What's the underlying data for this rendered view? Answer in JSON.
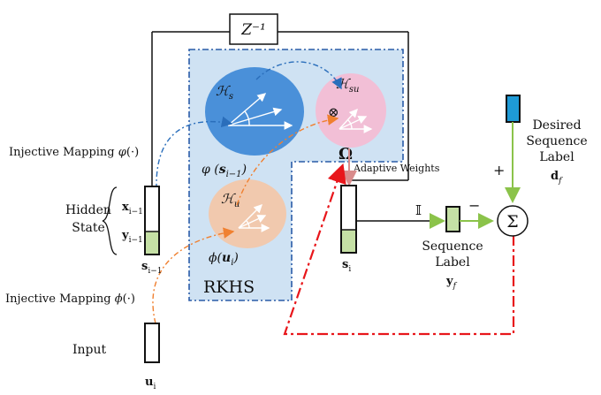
{
  "colors": {
    "rkhs_fill": "#cfe2f3",
    "rkhs_border": "#2a5ca8",
    "hs_circle": "#4a90d9",
    "hsu_circle": "#f2bfd6",
    "hu_circle": "#f1c9ae",
    "hidden_state_fill": "#c5e0a5",
    "label_fill": "#c5e0a5",
    "desired_fill": "#1e9ad6",
    "error_red": "#e8161b",
    "feedback_green": "#8bc34a",
    "map_blue": "#2a6ebb",
    "map_orange": "#f08030",
    "weights_arrow": "#d98c8c"
  },
  "delay": {
    "label": "Z⁻¹"
  },
  "rkhs": {
    "label": "RKHS"
  },
  "spaces": {
    "hs": "ℋs",
    "hsu": "ℋsu",
    "hu": "ℋu",
    "tensor": "⊗"
  },
  "maps": {
    "injective_state": "Injective Mapping φ(·)",
    "injective_input": "Injective Mapping ϕ(·)",
    "phi_state": "φ (si−1)",
    "phi_input": "ϕ(ui)"
  },
  "weights": {
    "symbol": "Ω",
    "caption": "Adaptive Weights"
  },
  "hidden": {
    "title_line1": "Hidden",
    "title_line2": "State",
    "x_label": "xi−1",
    "y_label": "yi−1",
    "vector": "si−1"
  },
  "output_state": {
    "vector": "si"
  },
  "selector": {
    "symbol": "𝕀"
  },
  "sequence": {
    "line1": "Sequence",
    "line2": "Label",
    "vector": "yf",
    "minus": "−"
  },
  "desired": {
    "line1": "Desired",
    "line2": "Sequence",
    "line3": "Label",
    "vector": "df",
    "plus": "+"
  },
  "sum": {
    "symbol": "Σ"
  },
  "input": {
    "label": "Input",
    "vector": "ui"
  }
}
